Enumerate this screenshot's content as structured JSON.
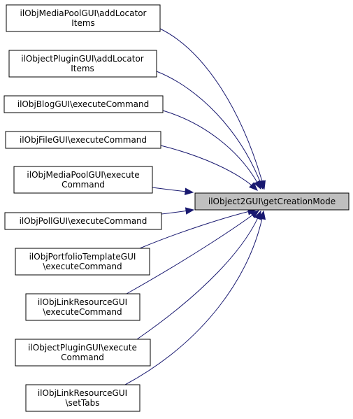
{
  "target": {
    "label": "ilObject2GUI\\getCreationMode"
  },
  "callers": [
    {
      "id": "n1",
      "lines": [
        "ilObjMediaPoolGUI\\addLocator",
        "Items"
      ]
    },
    {
      "id": "n2",
      "lines": [
        "ilObjectPluginGUI\\addLocator",
        "Items"
      ]
    },
    {
      "id": "n3",
      "lines": [
        "ilObjBlogGUI\\executeCommand"
      ]
    },
    {
      "id": "n4",
      "lines": [
        "ilObjFileGUI\\executeCommand"
      ]
    },
    {
      "id": "n5",
      "lines": [
        "ilObjMediaPoolGUI\\execute",
        "Command"
      ]
    },
    {
      "id": "n6",
      "lines": [
        "ilObjPollGUI\\executeCommand"
      ]
    },
    {
      "id": "n7",
      "lines": [
        "ilObjPortfolioTemplateGUI",
        "\\executeCommand"
      ]
    },
    {
      "id": "n8",
      "lines": [
        "ilObjLinkResourceGUI",
        "\\executeCommand"
      ]
    },
    {
      "id": "n9",
      "lines": [
        "ilObjectPluginGUI\\execute",
        "Command"
      ]
    },
    {
      "id": "n10",
      "lines": [
        "ilObjLinkResourceGUI",
        "\\setTabs"
      ]
    }
  ],
  "colors": {
    "edge": "#191970",
    "target_fill": "#bfbfbf",
    "node_fill": "#ffffff"
  }
}
